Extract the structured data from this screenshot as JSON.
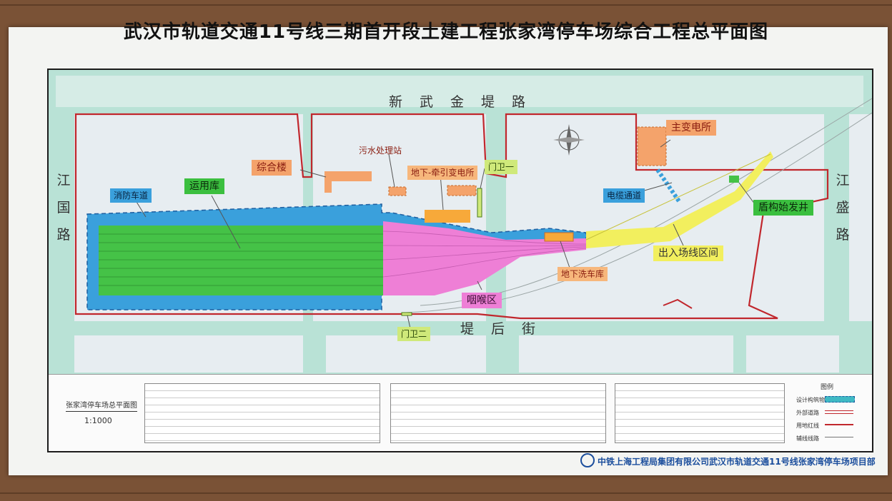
{
  "title": "武汉市轨道交通11号线三期首开段土建工程张家湾停车场综合工程总平面图",
  "roads": {
    "north": "新武金堤路",
    "south": "堤后街",
    "west": "江国路",
    "east": "江盛路"
  },
  "labels": {
    "complex_building": "综合楼",
    "sewage_station": "污水处理站",
    "underground_substation": "地下-牵引变电所",
    "gate_one": "门卫一",
    "gate_two": "门卫二",
    "main_substation": "主变电所",
    "cable_channel": "电缆通道",
    "shield_shaft": "盾构始发井",
    "fire_lane": "消防车道",
    "depot": "运用库",
    "throat_area": "咽喉区",
    "underground_wash": "地下洗车库",
    "access_section": "出入场线区间"
  },
  "legend": {
    "plan_title": "张家湾停车场总平面图",
    "scale": "1:1000",
    "heading": "图例",
    "items": [
      "设计构筑物",
      "外部道路",
      "用地红线",
      "辅线线路"
    ]
  },
  "footer": "中铁上海工程局集团有限公司武汉市轨道交通11号线张家湾停车场项目部",
  "colors": {
    "road": "#b9e2d6",
    "block": "#e7edf1",
    "redline": "#c1272d",
    "depot": "#45c247",
    "fire_lane": "#3aa0dc",
    "throat": "#ee7fd6",
    "access": "#f2ef5e",
    "building": "#f4a36b"
  }
}
